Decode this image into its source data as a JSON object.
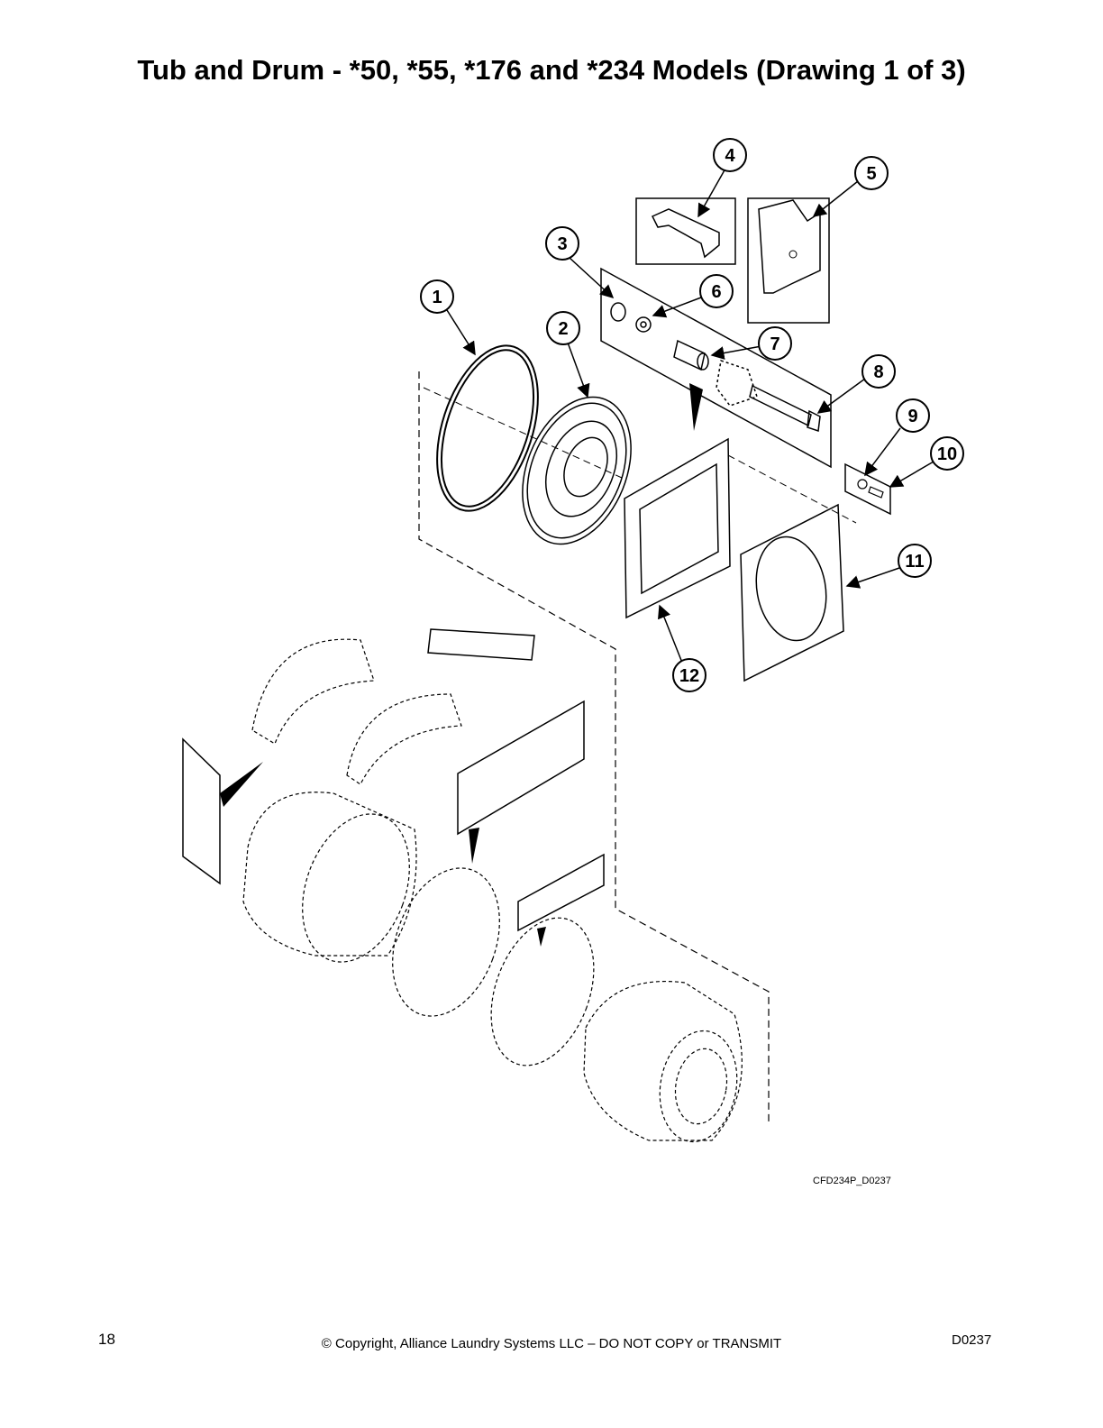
{
  "page": {
    "title": "Tub and Drum - *50, *55, *176 and *234 Models (Drawing 1 of 3)",
    "drawing_id": "CFD234P_D0237",
    "page_number": "18",
    "copyright": "© Copyright, Alliance Laundry Systems LLC – DO NOT COPY or TRANSMIT",
    "document_id": "D0237"
  },
  "callouts": [
    "1",
    "2",
    "3",
    "4",
    "5",
    "6",
    "7",
    "8",
    "9",
    "10",
    "11",
    "12"
  ]
}
